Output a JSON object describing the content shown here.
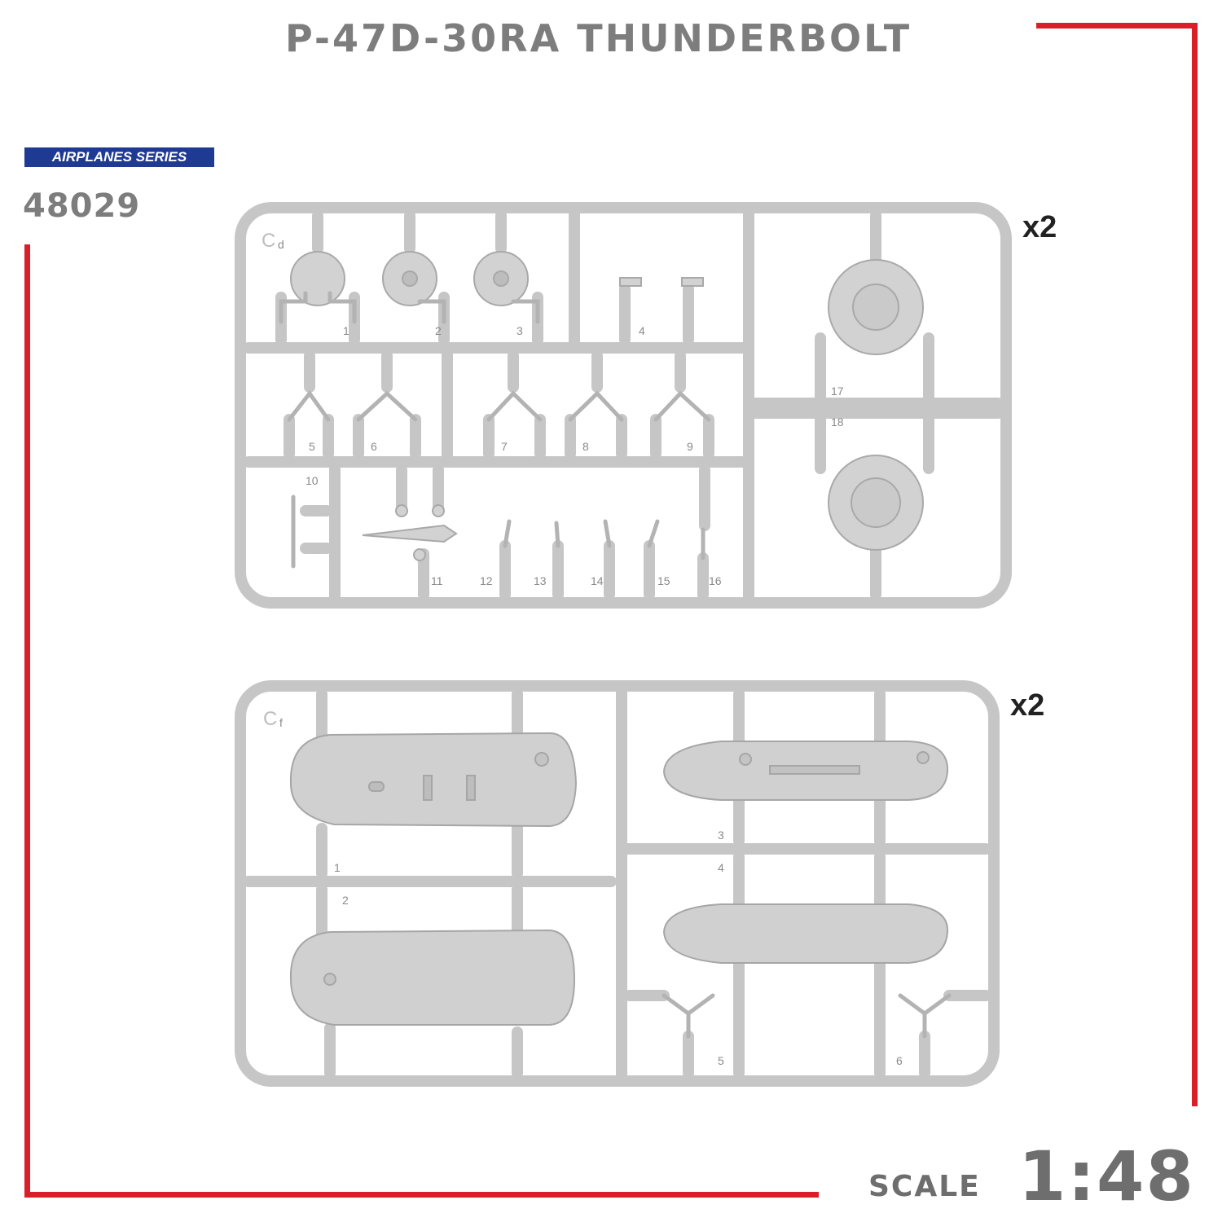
{
  "title": "P-47D-30RA THUNDERBOLT",
  "series_label": "AIRPLANES SERIES",
  "kit_number": "48029",
  "scale": {
    "word": "SCALE",
    "value": "1:48"
  },
  "colors": {
    "frame_red": "#d9202a",
    "series_blue": "#1f3a93",
    "sprue_gray": "#c9c9c9",
    "title_gray": "#7d7d7d"
  },
  "sprue_cd": {
    "id_main": "C",
    "id_sub": "d",
    "quantity": "x2",
    "part_numbers": [
      "1",
      "2",
      "3",
      "4",
      "5",
      "6",
      "7",
      "8",
      "9",
      "10",
      "11",
      "12",
      "13",
      "14",
      "15",
      "16",
      "17",
      "18"
    ]
  },
  "sprue_cf": {
    "id_main": "C",
    "id_sub": "f",
    "quantity": "x2",
    "part_numbers": [
      "1",
      "2",
      "3",
      "4",
      "5",
      "6"
    ]
  }
}
